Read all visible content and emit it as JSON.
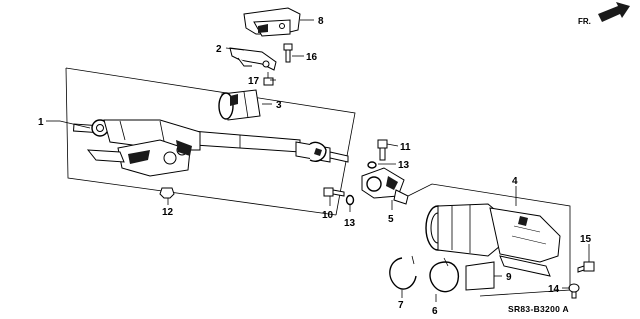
{
  "diagram": {
    "callouts": [
      "1",
      "2",
      "3",
      "4",
      "5",
      "6",
      "7",
      "8",
      "9",
      "10",
      "11",
      "12",
      "13",
      "13",
      "14",
      "15",
      "16",
      "17"
    ],
    "part_code": "SR83-B3200 A",
    "direction_label": "FR."
  }
}
